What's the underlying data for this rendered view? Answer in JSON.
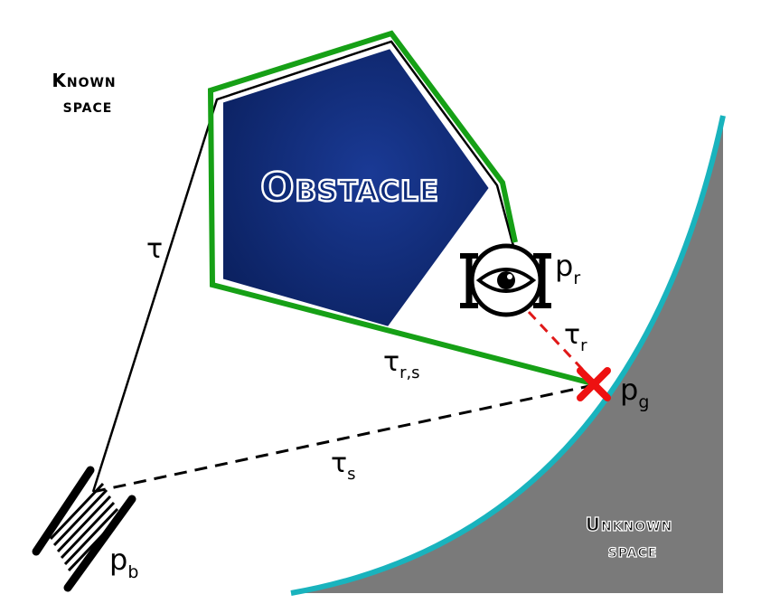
{
  "labels": {
    "known_space": [
      "Known",
      "space"
    ],
    "unknown_space": [
      "Unknown",
      "space"
    ],
    "obstacle": "Obstacle",
    "p_b": {
      "base": "p",
      "sub": "b"
    },
    "p_r": {
      "base": "p",
      "sub": "r"
    },
    "p_g": {
      "base": "p",
      "sub": "g"
    },
    "tau": {
      "base": "τ",
      "sub": ""
    },
    "tau_rs": {
      "base": "τ",
      "sub": "r,s"
    },
    "tau_r": {
      "base": "τ",
      "sub": "r"
    },
    "tau_s": {
      "base": "τ",
      "sub": "s"
    }
  },
  "icons": {
    "robot": "eye-icon",
    "base": "tether-spool-icon",
    "goal": "x-mark-icon"
  },
  "colors": {
    "obstacle_fill": "#0d2a78",
    "obstacle_outline": "#ffffff",
    "green_path": "#16a016",
    "unknown_fill": "#7a7a7a",
    "boundary": "#19b3bd",
    "goal_mark": "#ee1111",
    "dashed_red": "#e01818",
    "line": "#000000"
  }
}
